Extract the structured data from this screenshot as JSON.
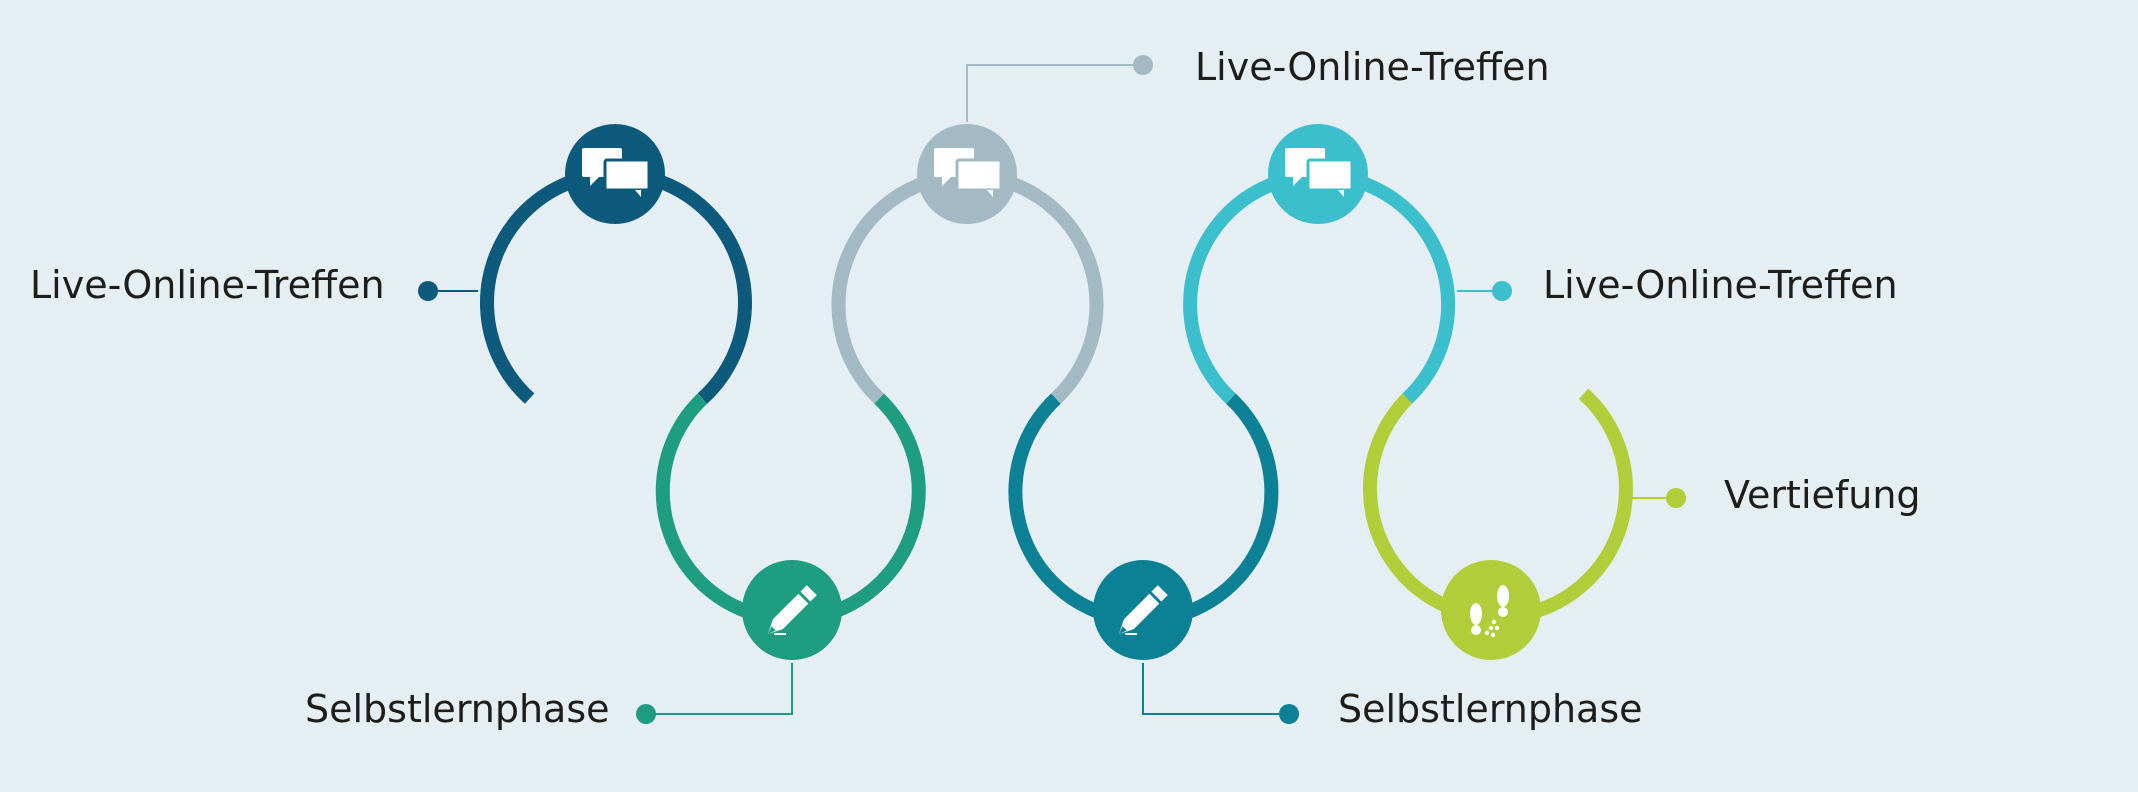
{
  "colors": {
    "background": "#e5eef2",
    "dark_blue": "#0d5a7c",
    "grey_blue": "#a3bac5",
    "light_teal": "#3cbfcc",
    "green_teal": "#1e9d80",
    "petrol": "#0c8195",
    "lime": "#b1cd3a",
    "text": "#1d1d1b"
  },
  "stages": [
    {
      "label": "Live-Online-Treffen",
      "icon": "chat-bubbles-icon",
      "color_key": "dark_blue"
    },
    {
      "label": "Selbstlernphase",
      "icon": "pencil-icon",
      "color_key": "green_teal"
    },
    {
      "label": "Live-Online-Treffen",
      "icon": "chat-bubbles-icon",
      "color_key": "grey_blue"
    },
    {
      "label": "Selbstlernphase",
      "icon": "pencil-icon",
      "color_key": "petrol"
    },
    {
      "label": "Live-Online-Treffen",
      "icon": "chat-bubbles-icon",
      "color_key": "light_teal"
    },
    {
      "label": "Vertiefung",
      "icon": "footprints-icon",
      "color_key": "lime"
    }
  ]
}
